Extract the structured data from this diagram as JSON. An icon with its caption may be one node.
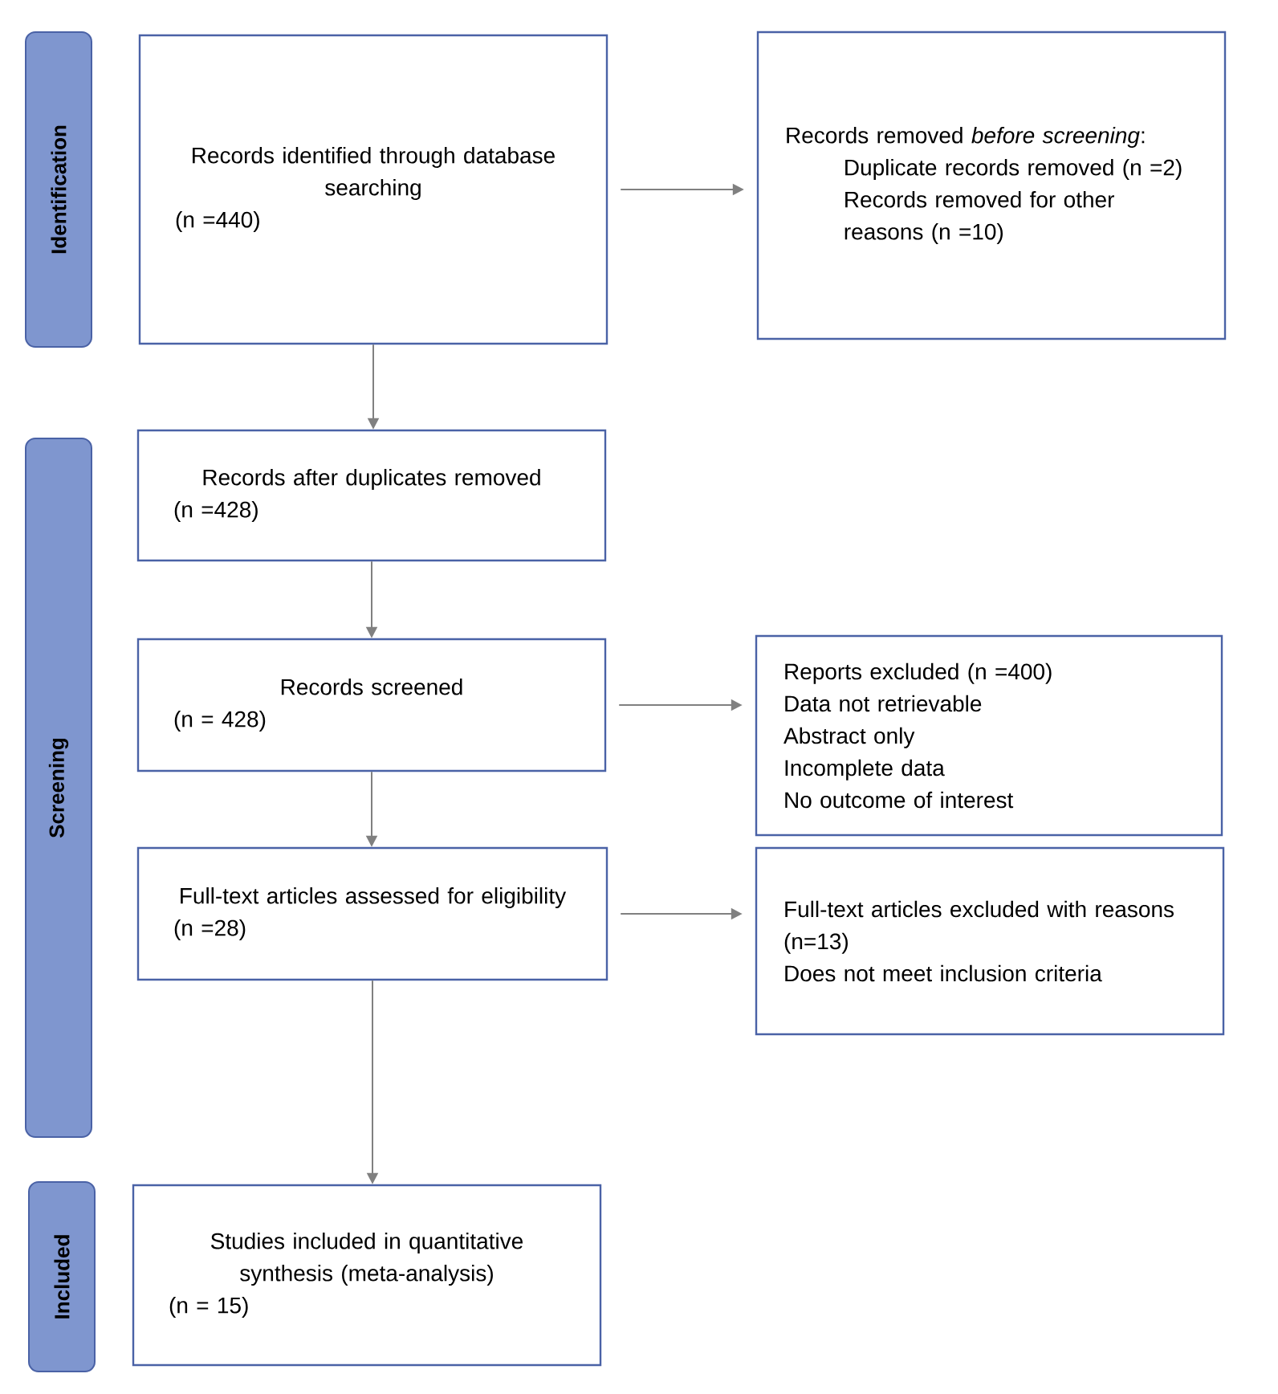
{
  "diagram": {
    "nodes": [
      {
        "text": [
          "Identification"
        ]
      },
      {
        "text": [
          "Records identified through database searching",
          "(n =440)"
        ]
      },
      {
        "text": [
          "Records removed *before screening*:",
          "Duplicate records removed (n =2)",
          "Records removed for other reasons (n =10)"
        ]
      },
      {
        "text": [
          "Screening"
        ]
      },
      {
        "text": [
          "Records after duplicates removed",
          "(n =428)"
        ]
      },
      {
        "text": [
          "Records screened",
          "(n = 428)"
        ]
      },
      {
        "text": [
          "Reports excluded (n =400)",
          "Data not retrievable",
          "Abstract only",
          "Incomplete data",
          "No outcome of interest"
        ]
      },
      {
        "text": [
          "Full-text articles assessed for eligibility",
          "(n =28)"
        ]
      },
      {
        "text": [
          "Full-text articles excluded with reasons (n=13)",
          "Does not meet inclusion criteria"
        ]
      },
      {
        "text": [
          "Included"
        ]
      },
      {
        "text": [
          "Studies included in quantitative synthesis (meta-analysis)",
          "(n = 15)"
        ]
      }
    ],
    "edges": [
      {
        "from": 1,
        "to": 2,
        "arrow": "to"
      },
      {
        "from": 1,
        "to": 4,
        "arrow": "to"
      },
      {
        "from": 4,
        "to": 5,
        "arrow": "to"
      },
      {
        "from": 5,
        "to": 6,
        "arrow": "to"
      },
      {
        "from": 5,
        "to": 7,
        "arrow": "to"
      },
      {
        "from": 7,
        "to": 8,
        "arrow": "to"
      },
      {
        "from": 7,
        "to": 10,
        "arrow": "to"
      }
    ]
  }
}
